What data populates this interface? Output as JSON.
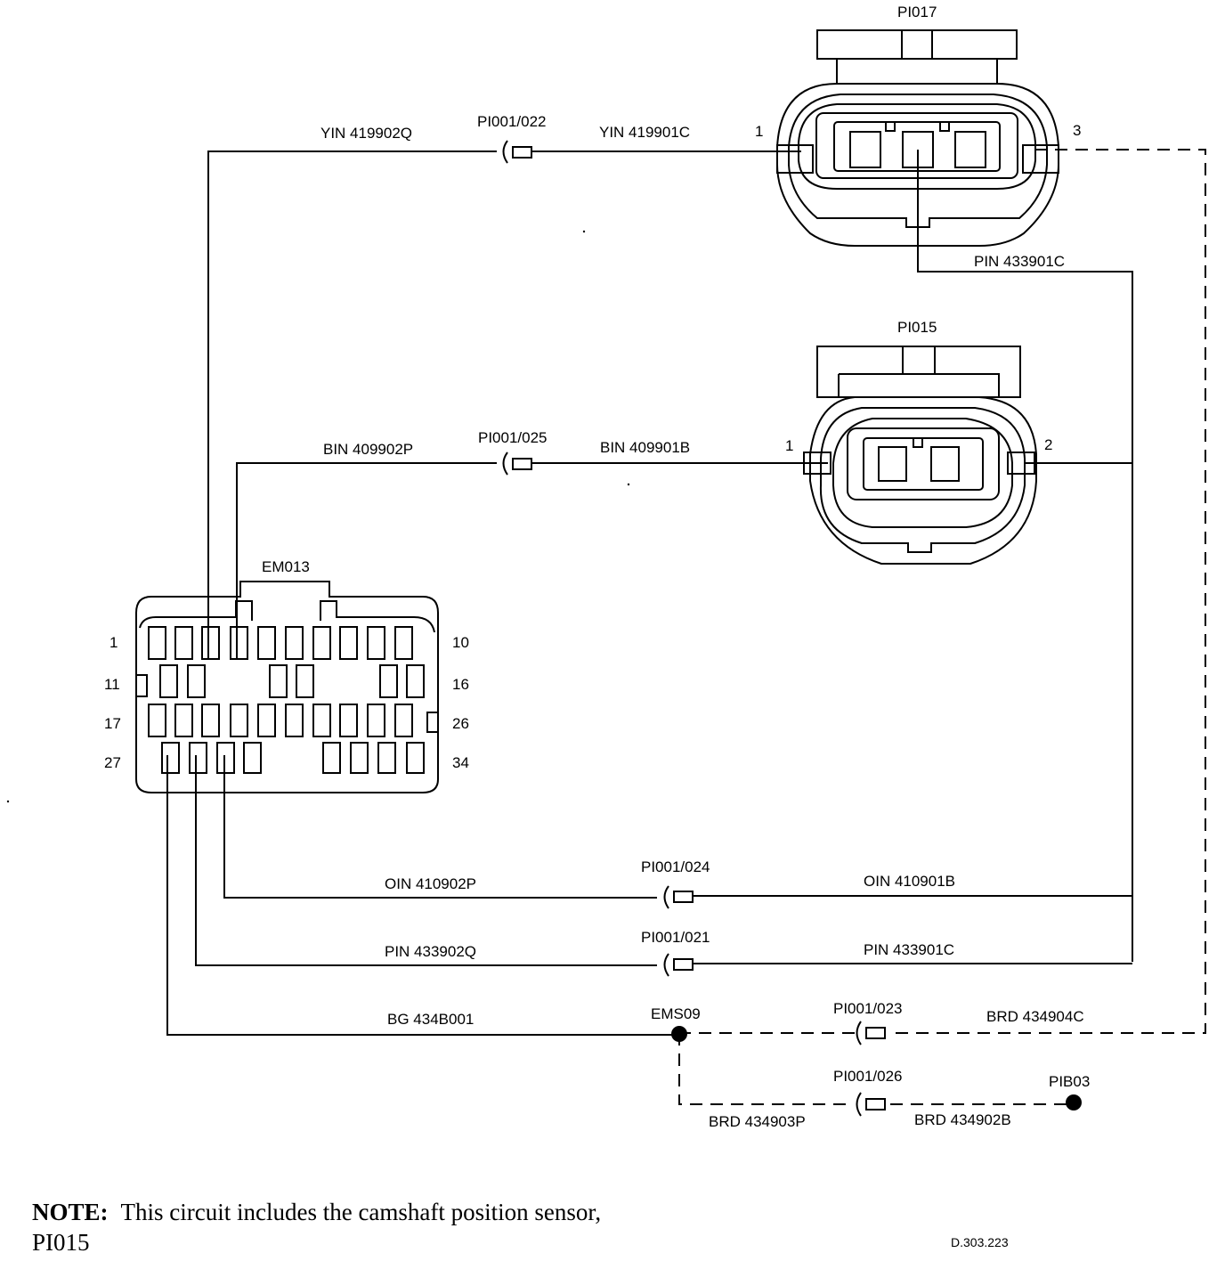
{
  "connectors": {
    "pi017": {
      "name": "PI017",
      "pin_left": "1",
      "pin_right": "3"
    },
    "pi015": {
      "name": "PI015",
      "pin_left": "1",
      "pin_right": "2"
    },
    "em013": {
      "name": "EM013",
      "row_labels_left": [
        "1",
        "11",
        "17",
        "27"
      ],
      "row_labels_right": [
        "10",
        "16",
        "26",
        "34"
      ]
    }
  },
  "wires": {
    "yin_left": "YIN 419902Q",
    "yin_right": "YIN 419901C",
    "pin_top": "PIN 433901C",
    "bin_left": "BIN 409902P",
    "bin_right": "BIN 409901B",
    "oin_left": "OIN 410902P",
    "oin_right": "OIN 410901B",
    "pin_left": "PIN 433902Q",
    "pin_right": "PIN 433901C",
    "bg_left": "BG 434B001",
    "brd_top_right": "BRD 434904C",
    "brd_bottom_left": "BRD 434903P",
    "brd_bottom_right": "BRD 434902B"
  },
  "inline_connectors": {
    "c022": "PI001/022",
    "c025": "PI001/025",
    "c024": "PI001/024",
    "c021": "PI001/021",
    "c023": "PI001/023",
    "c026": "PI001/026"
  },
  "splices": {
    "ems09": "EMS09",
    "pib03": "PIB03"
  },
  "note": {
    "label": "NOTE:",
    "text": "This circuit includes the camshaft position sensor, PI015"
  },
  "drawing_code": "D.303.223"
}
